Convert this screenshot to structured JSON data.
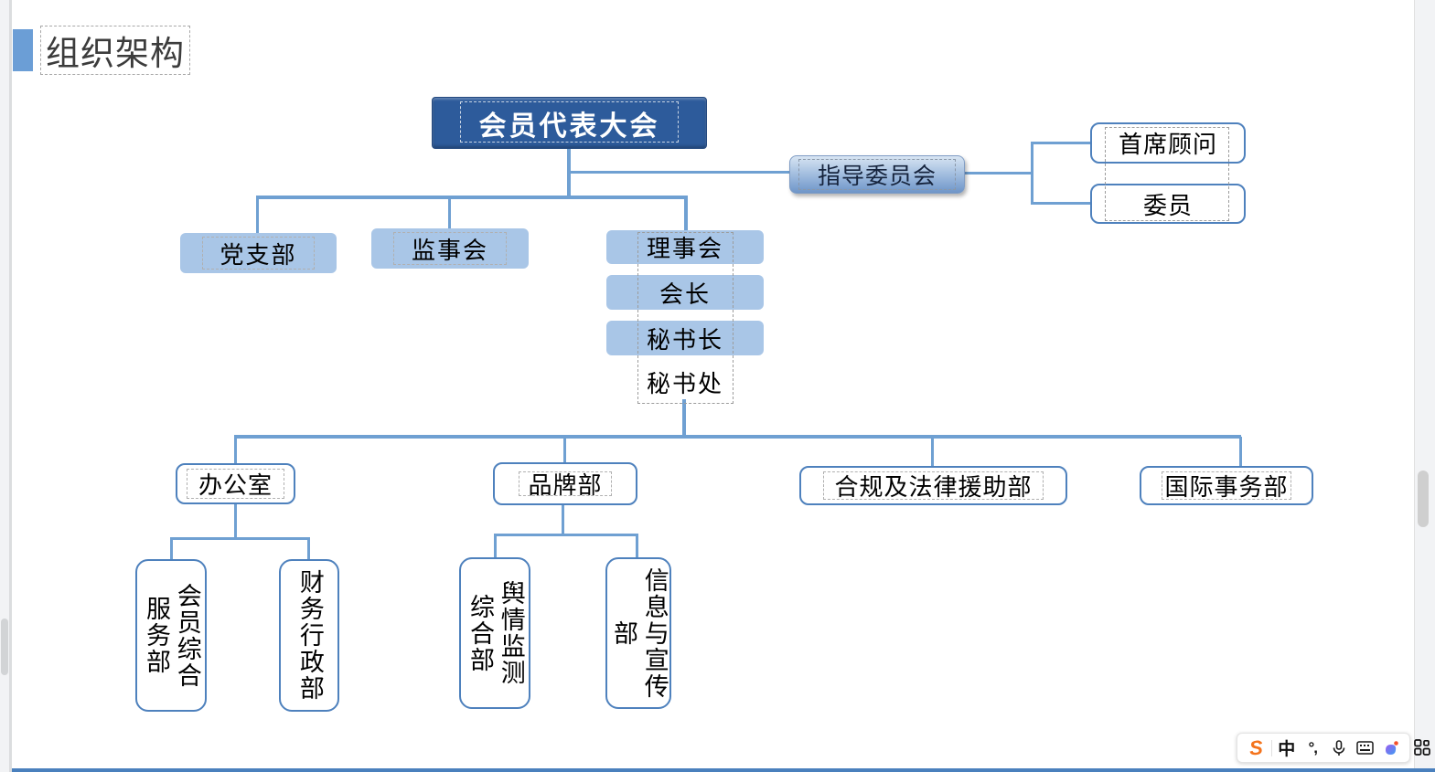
{
  "slide": {
    "title": "组织架构"
  },
  "org": {
    "root": "会员代表大会",
    "guidance": "指导委员会",
    "chief_advisor": "首席顾问",
    "committee_member": "委员",
    "party_branch": "党支部",
    "supervisory_board": "监事会",
    "council": "理事会",
    "president": "会长",
    "secretary_general": "秘书长",
    "secretariat": "秘书处",
    "office": "办公室",
    "brand_dept": "品牌部",
    "compliance_dept": "合规及法律援助部",
    "international_dept": "国际事务部",
    "member_service_dept": "会员综合\n服务部",
    "finance_admin_dept": "财务行政部",
    "opinion_monitor_dept": "舆情监测\n综合部",
    "info_publicity_dept": "信息与宣传\n部"
  },
  "ime": {
    "logo": "S",
    "mode": "中",
    "punctuation": "°,",
    "icon_names": [
      "sogou-logo",
      "chinese-mode-toggle",
      "punctuation-icon",
      "microphone-icon",
      "keyboard-icon",
      "assistant-icon",
      "grid-icon"
    ]
  },
  "colors": {
    "root_fill": "#2d5b9b",
    "light_node_fill": "#a9c6e7",
    "node_border": "#4e81bd",
    "connector": "#6fa0d2",
    "title_accent": "#6b9ed6",
    "taskbar_line": "#4a80bd",
    "sogou_orange": "#f4731c"
  }
}
